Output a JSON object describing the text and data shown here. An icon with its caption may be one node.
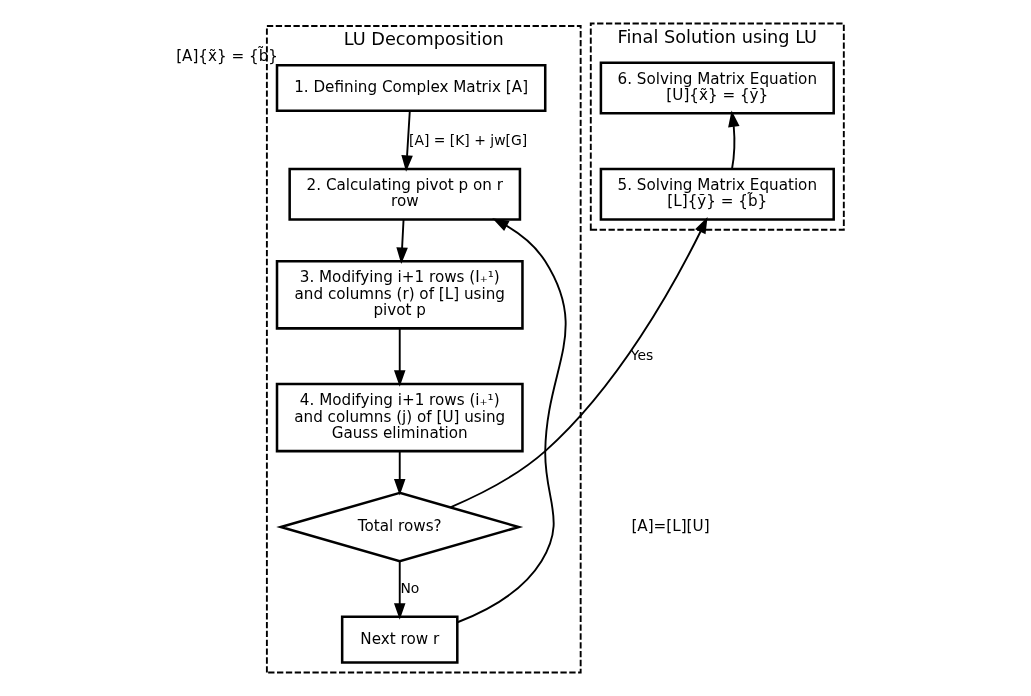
{
  "diagram": {
    "nodes": [
      {
        "text": [
          "LU Decomposition"
        ]
      },
      {
        "text": [
          "1. Defining Complex Matrix [A]"
        ],
        "in": 0,
        "beside": [
          "[A]{x̃} = {b̃}"
        ]
      },
      {
        "text": [
          "2. Calculating pivot p on r row"
        ],
        "in": 0
      },
      {
        "text": [
          "3. Modifying i+1 rows (I₊¹) and columns (r) of [L] using pivot p"
        ],
        "in": 0
      },
      {
        "text": [
          "4. Modifying i+1 rows (i₊¹) and columns (j) of [U] using Gauss elimination"
        ],
        "in": 0
      },
      {
        "text": [
          "Total rows?"
        ],
        "in": 0
      },
      {
        "text": [
          "Next row r"
        ],
        "in": 0
      },
      {
        "text": [
          "Final Solution using LU"
        ]
      },
      {
        "text": [
          "6. Solving Matrix Equation [U]{x̃} = {ỹ}"
        ],
        "in": 7
      },
      {
        "text": [
          "5. Solving Matrix Equation [L]{ỹ} = {b̃}"
        ],
        "in": 7
      }
    ],
    "edges": [
      {
        "from": 1,
        "to": 2,
        "arrow": "to",
        "label": "[A] = [K] + jw[G]"
      },
      {
        "from": 2,
        "to": 3,
        "arrow": "to"
      },
      {
        "from": 3,
        "to": 4,
        "arrow": "to"
      },
      {
        "from": 4,
        "to": 5,
        "arrow": "to"
      },
      {
        "from": 5,
        "to": 6,
        "arrow": "to",
        "label": "No"
      },
      {
        "from": 6,
        "to": 2,
        "arrow": "to"
      },
      {
        "from": 5,
        "to": 9,
        "arrow": "to",
        "label": "Yes"
      },
      {
        "from": 9,
        "to": 8,
        "arrow": "to"
      }
    ],
    "labels": [
      "[A]=[L][U]"
    ]
  }
}
